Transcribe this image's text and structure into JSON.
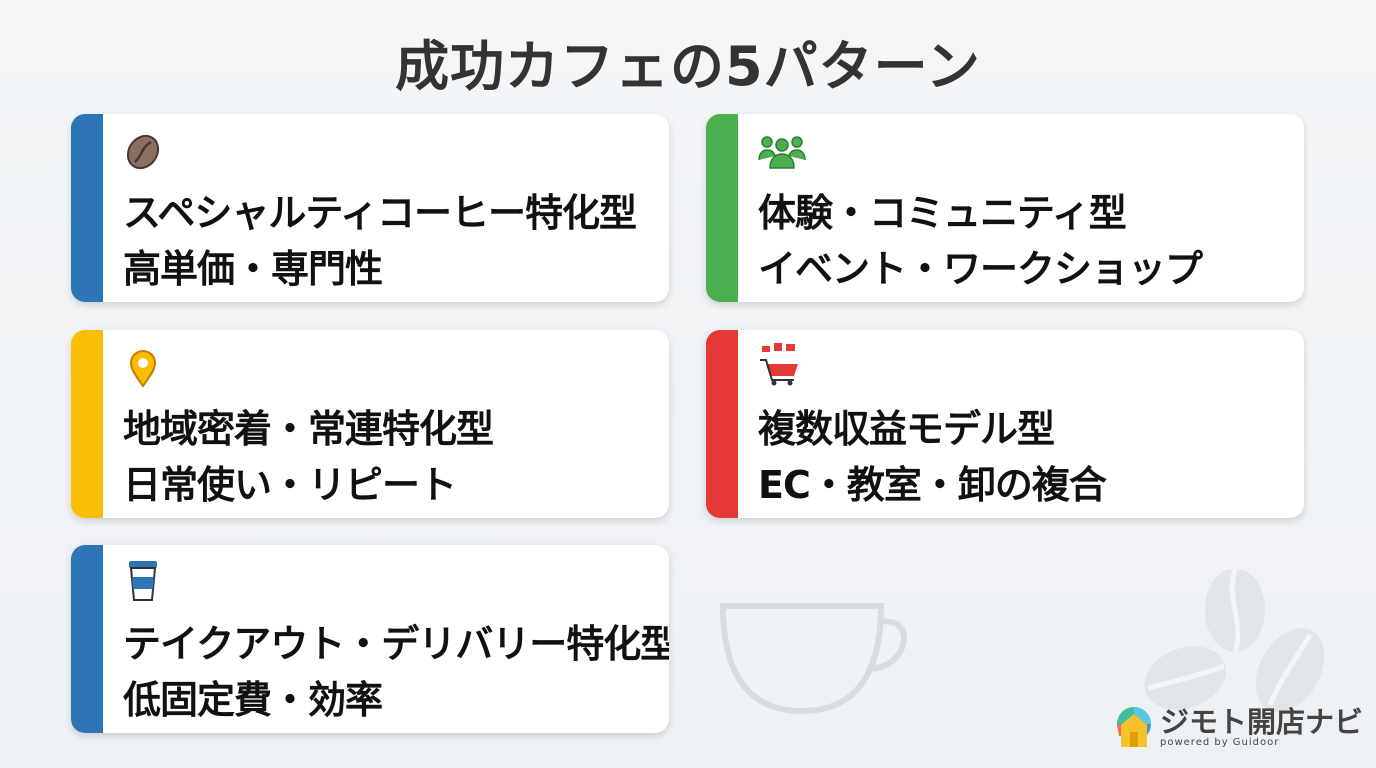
{
  "title": "成功カフェの5パターン",
  "cards": [
    {
      "line1": "スペシャルティコーヒー特化型",
      "line2": "高単価・専門性",
      "icon": "coffee-bean-icon",
      "color": "#2e75b6"
    },
    {
      "line1": "体験・コミュニティ型",
      "line2": "イベント・ワークショップ",
      "icon": "people-group-icon",
      "color": "#4caf50"
    },
    {
      "line1": "地域密着・常連特化型",
      "line2": "日常使い・リピート",
      "icon": "map-pin-icon",
      "color": "#fbbc05"
    },
    {
      "line1": "複数収益モデル型",
      "line2": "EC・教室・卸の複合",
      "icon": "shopping-cart-icon",
      "color": "#e53935"
    },
    {
      "line1": "テイクアウト・デリバリー特化型",
      "line2": "低固定費・効率",
      "icon": "takeaway-cup-icon",
      "color": "#2e75b6"
    }
  ],
  "logo": {
    "name": "ジモト開店ナビ",
    "tagline": "powered by Guidoor"
  }
}
